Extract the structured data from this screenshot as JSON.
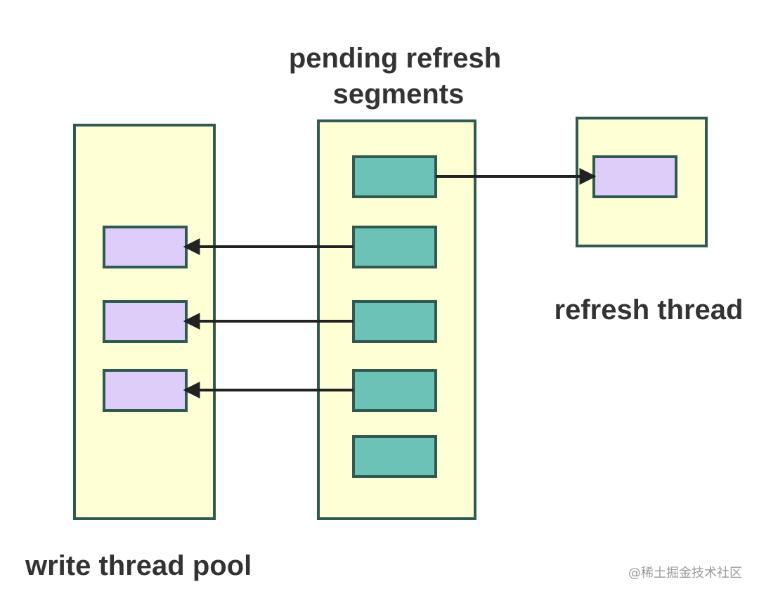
{
  "labels": {
    "pending_line1": "pending refresh",
    "pending_line2": "segments",
    "refresh_thread": "refresh thread",
    "write_thread_pool": "write thread pool"
  },
  "watermark": "@稀土掘金技术社区",
  "colors": {
    "pool_fill": "#ffffd6",
    "border": "#2f5a50",
    "segment_fill": "#6cc2b6",
    "thread_fill": "#ddcdf8",
    "arrow": "#222222",
    "text": "#333333"
  }
}
